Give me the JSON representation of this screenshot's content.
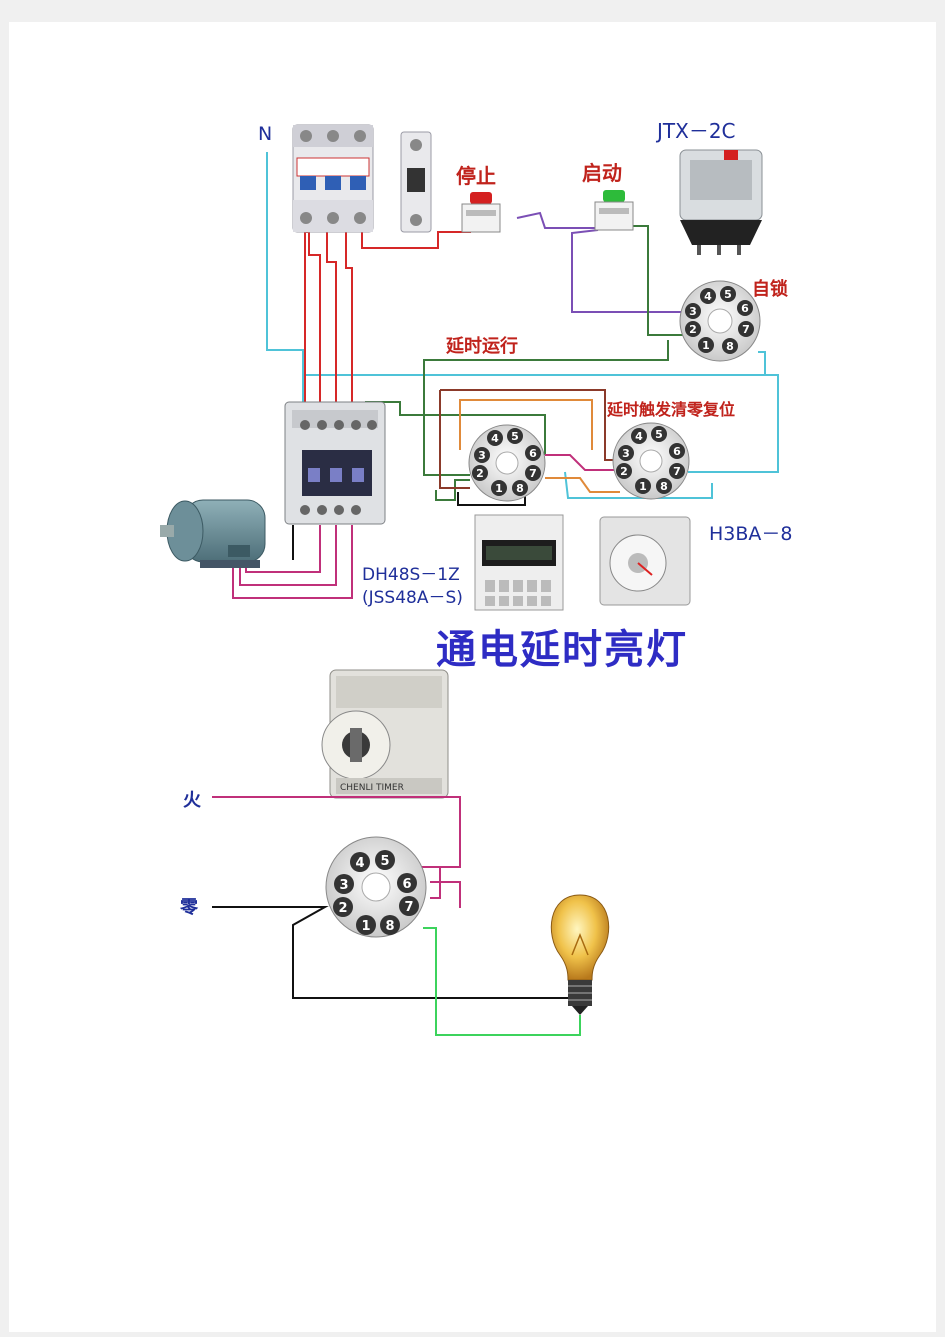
{
  "top_diagram": {
    "labels": {
      "neutral": "N",
      "stop": "停止",
      "start": "启动",
      "relay_model": "JTX－2C",
      "self_lock": "自锁",
      "delay_run": "延时运行",
      "delay_reset": "延时触发清零复位",
      "timer_right_model": "H3BA－8",
      "timer_left_model_1": "DH48S－1Z",
      "timer_left_model_2": "(JSS48A－S)"
    },
    "socket_pins": [
      "1",
      "2",
      "3",
      "4",
      "5",
      "6",
      "7",
      "8"
    ]
  },
  "bottom_diagram": {
    "title": "通电延时亮灯",
    "labels": {
      "live": "火",
      "neutral": "零",
      "timer_brand": "CHENLI TIMER"
    },
    "socket_pins": [
      "1",
      "2",
      "3",
      "4",
      "5",
      "6",
      "7",
      "8"
    ]
  },
  "colors": {
    "wire_red": "#d62828",
    "wire_cyan": "#4fc3d8",
    "wire_purple": "#7b4fb5",
    "wire_green": "#3b7a3b",
    "wire_magenta": "#c0307a",
    "wire_brown": "#8b3a2a",
    "wire_orange": "#e08a3a",
    "wire_black": "#111111",
    "wire_lightgreen": "#3cd35c",
    "label_blue": "#1f2f9a",
    "label_red": "#c0231c"
  }
}
